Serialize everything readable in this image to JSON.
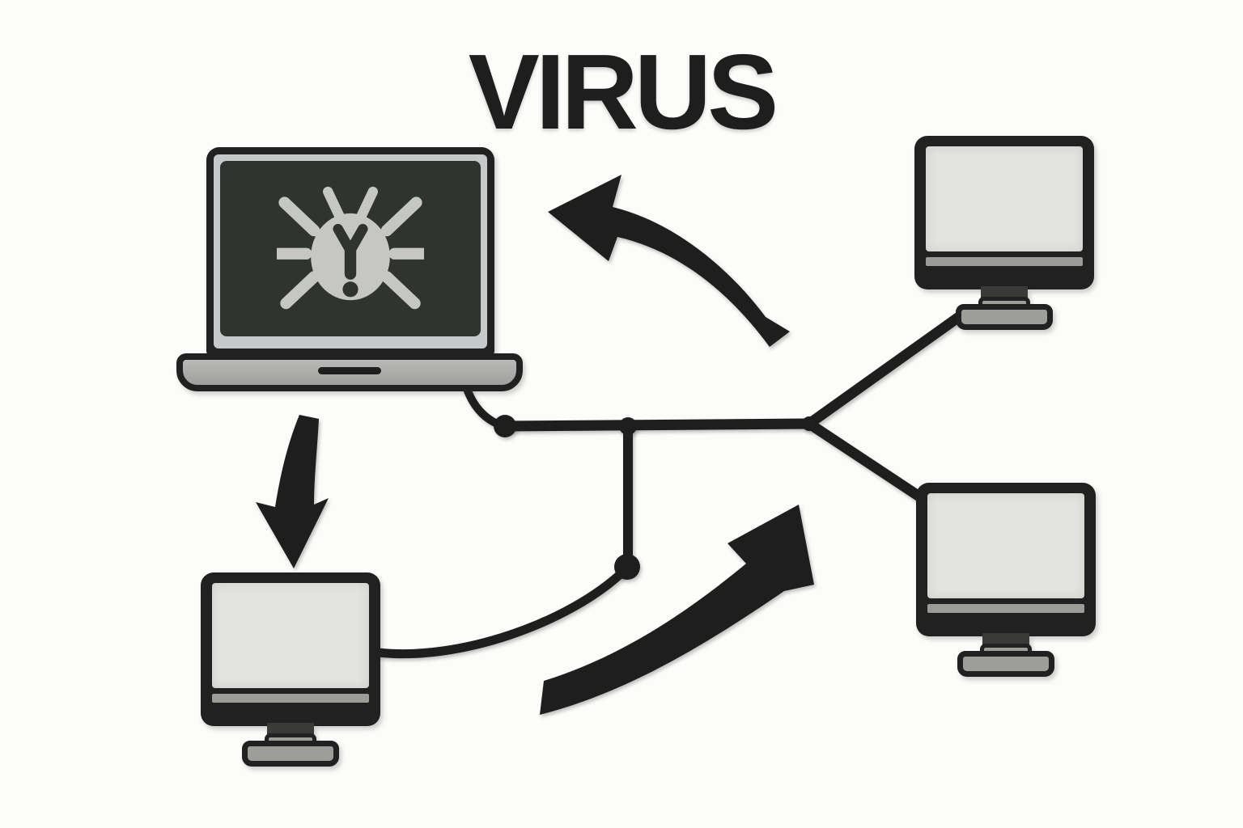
{
  "title": {
    "text": "VIRUS"
  },
  "palette": {
    "background": "#fcfcfa",
    "ink": "#1e1e1e",
    "device_frame": "#212121",
    "laptop_bezel": "#c7c8ca",
    "laptop_screen": "#2f3430",
    "laptop_base": "#b9bab7",
    "monitor_screen": "#e3e3e0",
    "monitor_chin": "#9b9c98",
    "stand_neck": "#3a3b39",
    "stand_base": "#9d9e9a",
    "bug": "#c6c7c4"
  },
  "diagram": {
    "type": "network-virus-spread",
    "nodes": [
      {
        "id": "infected-laptop",
        "device": "laptop",
        "position": "top-left",
        "status": "infected",
        "icon": "virus-bug-icon"
      },
      {
        "id": "monitor-top-right",
        "device": "desktop-monitor",
        "position": "top-right",
        "icon": "desktop-monitor-icon"
      },
      {
        "id": "monitor-bottom-left",
        "device": "desktop-monitor",
        "position": "bottom-left",
        "icon": "desktop-monitor-icon"
      },
      {
        "id": "monitor-bottom-right",
        "device": "desktop-monitor",
        "position": "bottom-right",
        "icon": "desktop-monitor-icon"
      }
    ],
    "cables": [
      {
        "from": "infected-laptop",
        "to": "hub"
      },
      {
        "from": "hub",
        "to": "monitor-top-right"
      },
      {
        "from": "hub",
        "to": "monitor-bottom-right"
      },
      {
        "from": "hub",
        "to": "monitor-bottom-left"
      }
    ],
    "arrows": [
      {
        "id": "curved-arrow-to-laptop",
        "direction": "up-left",
        "points_to": "infected-laptop"
      },
      {
        "id": "curved-arrow-to-bottom-left",
        "direction": "down",
        "points_to": "monitor-bottom-left"
      },
      {
        "id": "curved-arrow-to-bottom-right",
        "direction": "up-right",
        "points_to": "monitor-bottom-right"
      }
    ]
  }
}
